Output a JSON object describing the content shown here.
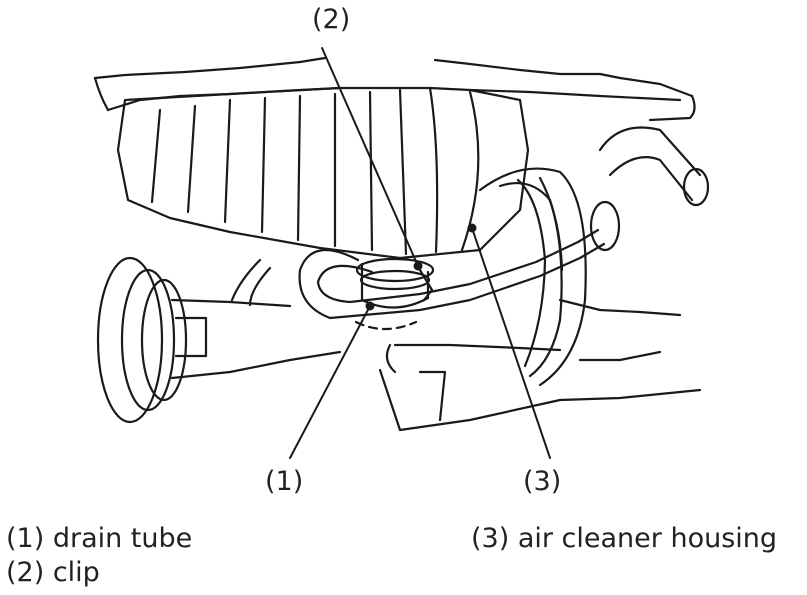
{
  "callouts": {
    "c1": "(1)",
    "c2": "(2)",
    "c3": "(3)"
  },
  "legend": {
    "item1": "(1) drain tube",
    "item2": "(2) clip",
    "item3": "(3) air cleaner housing"
  },
  "colors": {
    "line": "#1a1a1a",
    "background": "#ffffff"
  }
}
